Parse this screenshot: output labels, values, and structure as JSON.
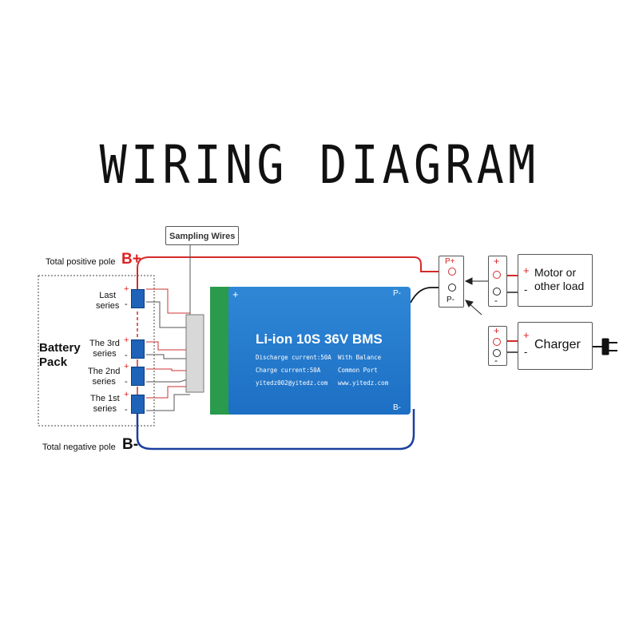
{
  "title": "WIRING DIAGRAM",
  "sampling_wires": "Sampling Wires",
  "battery_pack": {
    "label_line1": "Battery",
    "label_line2": "Pack",
    "total_positive": "Total positive pole",
    "total_negative": "Total negative pole",
    "b_plus": "B+",
    "b_minus": "B-",
    "cells": [
      {
        "line1": "Last",
        "line2": "series"
      },
      {
        "line1": "The 3rd",
        "line2": "series"
      },
      {
        "line1": "The 2nd",
        "line2": "series"
      },
      {
        "line1": "The 1st",
        "line2": "series"
      }
    ]
  },
  "bms": {
    "title": "Li-ion 10S 36V BMS",
    "discharge": "Discharge current:50A",
    "charge": "Charge current:50A",
    "balance": "With Balance",
    "common_port": "Common Port",
    "email": "yitedz002@yitedz.com",
    "website": "www.yitedz.com",
    "plus": "+",
    "p_minus_label": "P-",
    "b_minus_label": "B-"
  },
  "ports": {
    "p_plus": "P+",
    "p_minus": "P-"
  },
  "loads": {
    "motor_line1": "Motor or",
    "motor_line2": "other load",
    "charger": "Charger"
  },
  "symbols": {
    "plus": "+",
    "minus": "-"
  },
  "colors": {
    "positive_wire": "#d42a2a",
    "negative_wire": "#1a3f9e",
    "board": "#2a80d2"
  }
}
